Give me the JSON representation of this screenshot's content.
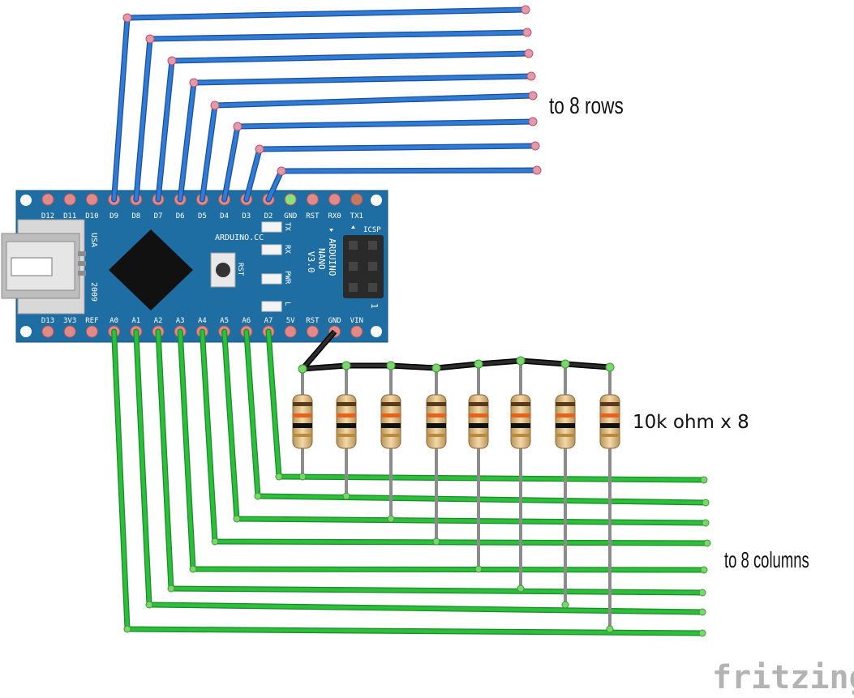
{
  "labels": {
    "rows": "to 8 rows",
    "columns": "to 8 columns",
    "resistors": "10k ohm x 8",
    "watermark": "fritzing"
  },
  "board": {
    "top_pins": [
      "D12",
      "D11",
      "D10",
      "D9",
      "D8",
      "D7",
      "D6",
      "D5",
      "D4",
      "D3",
      "D2",
      "GND",
      "RST",
      "RX0",
      "TX1"
    ],
    "bottom_pins": [
      "D13",
      "3V3",
      "REF",
      "A0",
      "A1",
      "A2",
      "A3",
      "A4",
      "A5",
      "A6",
      "A7",
      "5V",
      "RST",
      "GND",
      "VIN"
    ],
    "name": "ARDUINO",
    "model": "NANO",
    "version": "V3.0",
    "site": "ARDUINO.CC",
    "country": "USA",
    "year": "2009",
    "reset_label": "RST",
    "icsp_label": "ICSP",
    "icsp_pin1": "1",
    "led_labels": [
      "TX",
      "RX",
      "PWR",
      "L"
    ]
  },
  "colors": {
    "board": "#1e6ea3",
    "row_wire": "#2f7bd6",
    "column_wire": "#2bbf3a",
    "gnd_wire": "#2b2b2b",
    "resistor_lead": "#8c8c8c"
  }
}
